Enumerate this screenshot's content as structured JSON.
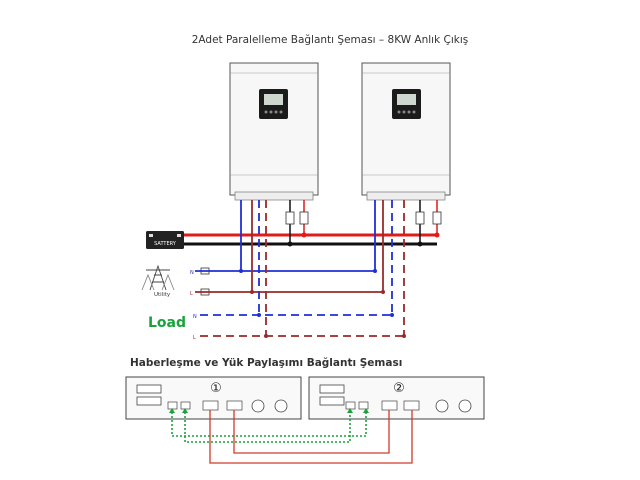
{
  "title": "2Adet Paralelleme Bağlantı Şeması – 8KW Anlık Çıkış",
  "subtitle": "Haberleşme ve Yük Paylaşımı Bağlantı Şeması",
  "load_label": "Load",
  "utility_label": "Utility",
  "battery_label": "SATTERY",
  "wire_labels": {
    "utility_n": "N",
    "utility_l": "L",
    "load_n": "N",
    "load_l": "L"
  },
  "units": [
    {
      "number": "①"
    },
    {
      "number": "②"
    }
  ],
  "colors": {
    "neutral_wire": "#1f2fd6",
    "line_wire": "#9a2a2a",
    "battery_positive": "#e01b1b",
    "battery_negative": "#111111",
    "comm_cable": "#1aa33a",
    "load_share_cable": "#d23a2a",
    "load_text": "#1aa33a"
  },
  "icons": [
    "inverter-icon",
    "battery-icon",
    "utility-pylon-icon",
    "lcd-display-icon"
  ]
}
